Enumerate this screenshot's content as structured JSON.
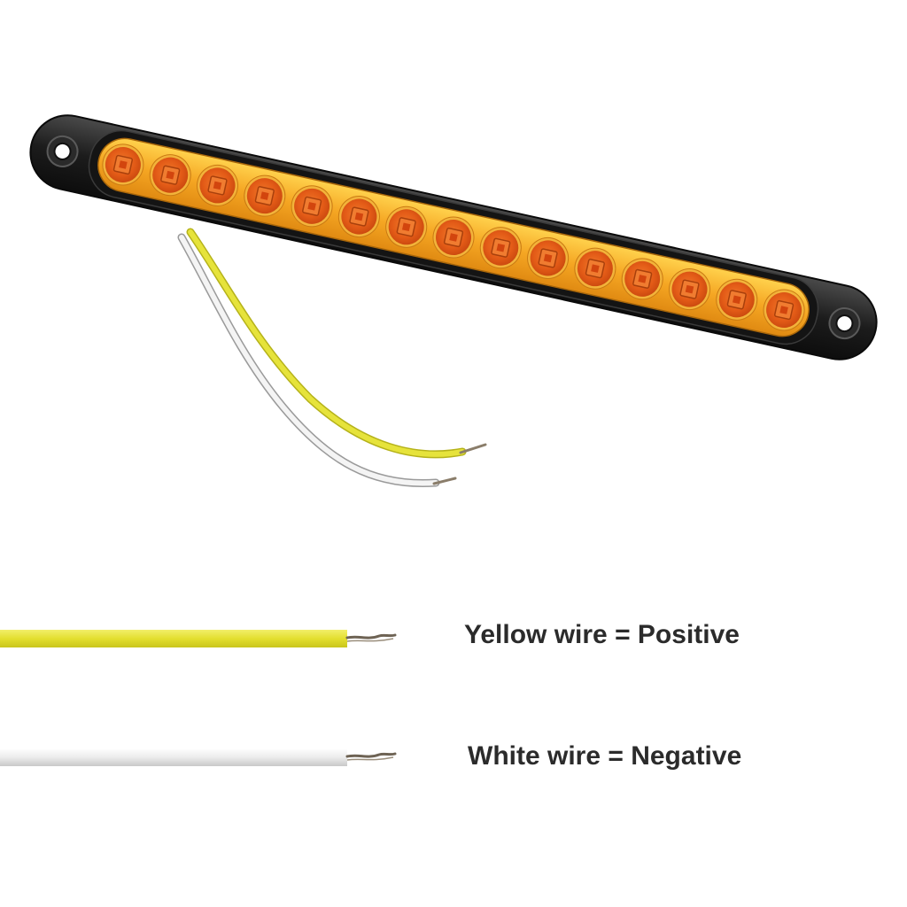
{
  "light_bar": {
    "led_count": 15,
    "housing_color": "#1c1c1c",
    "lens_color": "#f5a623",
    "led_color": "#e8611a"
  },
  "product_wires": {
    "yellow_color": "#e4e23a",
    "white_color": "#f2f2f2"
  },
  "legend": {
    "positive": {
      "text": "Yellow wire = Positive",
      "wire_color": "#e6e33b"
    },
    "negative": {
      "text": "White wire = Negative",
      "wire_color": "#e9e9e9"
    }
  }
}
